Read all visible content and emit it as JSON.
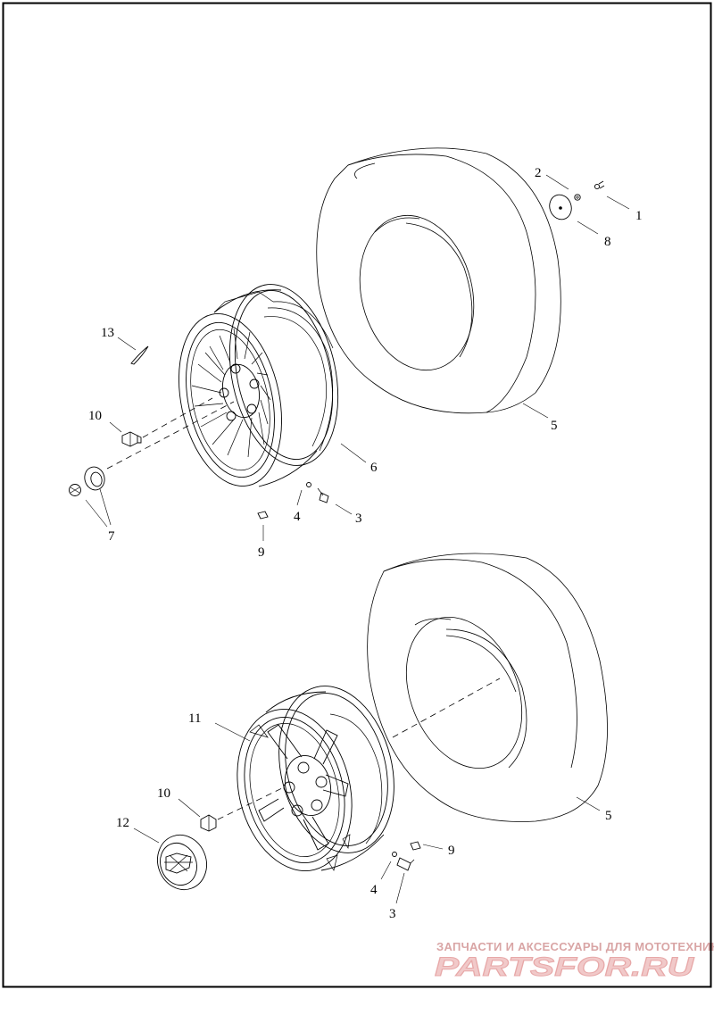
{
  "callouts": {
    "c1": "1",
    "c2": "2",
    "c8": "8",
    "c5_top": "5",
    "c13": "13",
    "c10_top": "10",
    "c6": "6",
    "c7": "7",
    "c4_top": "4",
    "c3_top": "3",
    "c9_top": "9",
    "c5_bottom": "5",
    "c11": "11",
    "c10_bottom": "10",
    "c12": "12",
    "c9_bottom": "9",
    "c4_bottom": "4",
    "c3_bottom": "3"
  },
  "watermark": {
    "tagline": "ЗАПЧАСТИ И АКСЕССУАРЫ ДЛЯ МОТОТЕХНИКИ",
    "logo": "PARTSFOR.RU"
  }
}
